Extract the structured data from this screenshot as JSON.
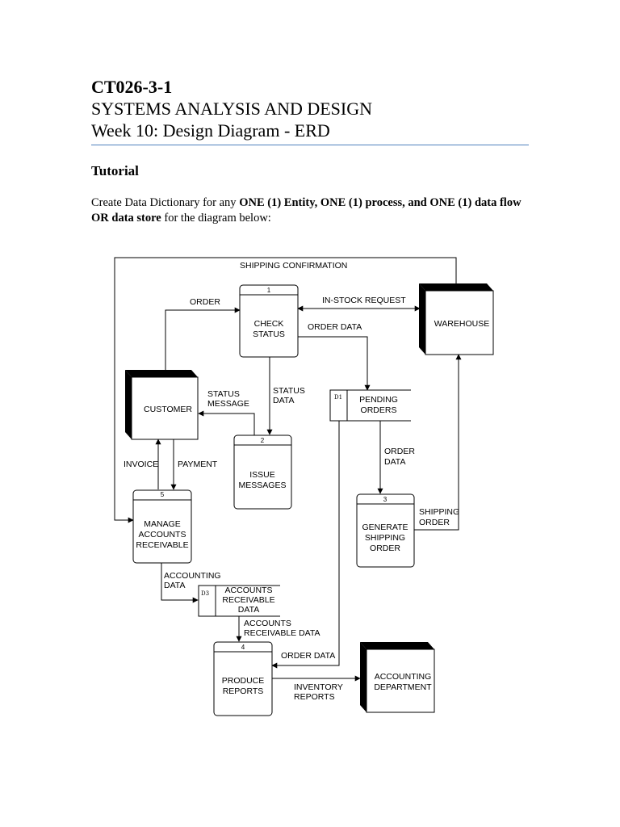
{
  "header": {
    "code": "CT026-3-1",
    "course": "SYSTEMS ANALYSIS AND DESIGN",
    "week": "Week 10: Design Diagram - ERD"
  },
  "section_title": "Tutorial",
  "instruction": {
    "prefix": "Create Data Dictionary for any ",
    "bold1": "ONE (1) Entity, ONE (1) process, and ONE (1) data flow OR data store",
    "suffix": " for the diagram below:"
  },
  "diagram": {
    "processes": {
      "p1": {
        "id": "1",
        "line1": "CHECK",
        "line2": "STATUS"
      },
      "p2": {
        "id": "2",
        "line1": "ISSUE",
        "line2": "MESSAGES"
      },
      "p3": {
        "id": "3",
        "line1": "GENERATE",
        "line2": "SHIPPING",
        "line3": "ORDER"
      },
      "p4": {
        "id": "4",
        "line1": "PRODUCE",
        "line2": "REPORTS"
      },
      "p5": {
        "id": "5",
        "line1": "MANAGE",
        "line2": "ACCOUNTS",
        "line3": "RECEIVABLE"
      }
    },
    "entities": {
      "customer": "CUSTOMER",
      "warehouse": "WAREHOUSE",
      "accounting_line1": "ACCOUNTING",
      "accounting_line2": "DEPARTMENT"
    },
    "stores": {
      "d1": {
        "id": "D1",
        "line1": "PENDING",
        "line2": "ORDERS"
      },
      "d3": {
        "id": "D3",
        "line1": "ACCOUNTS",
        "line2": "RECEIVABLE",
        "line3": "DATA"
      }
    },
    "flows": {
      "shipping_confirmation": "SHIPPING CONFIRMATION",
      "order": "ORDER",
      "in_stock_request": "IN-STOCK REQUEST",
      "order_data_top": "ORDER DATA",
      "status_message_1": "STATUS",
      "status_message_2": "MESSAGE",
      "status_data_1": "STATUS",
      "status_data_2": "DATA",
      "order_data_mid_1": "ORDER",
      "order_data_mid_2": "DATA",
      "invoice": "INVOICE",
      "payment": "PAYMENT",
      "shipping_order_1": "SHIPPING",
      "shipping_order_2": "ORDER",
      "accounting_data_1": "ACCOUNTING",
      "accounting_data_2": "DATA",
      "accounts_receivable_data_1": "ACCOUNTS",
      "accounts_receivable_data_2": "RECEIVABLE DATA",
      "order_data_bottom": "ORDER DATA",
      "inventory_reports_1": "INVENTORY",
      "inventory_reports_2": "REPORTS"
    }
  }
}
